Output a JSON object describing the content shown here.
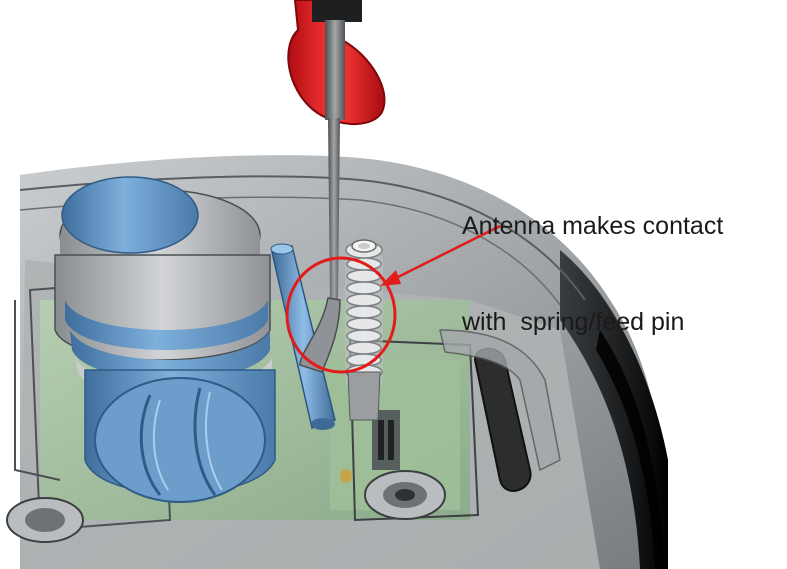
{
  "annotation": {
    "line1": "Antenna makes contact",
    "line2": "with  spring/feed pin"
  },
  "colors": {
    "housing_gray": "#8e9295",
    "blue_part": "#5b8fc0",
    "pcb_green": "#9fc29c",
    "screwdriver_red": "#e0191e",
    "highlight_red": "#e21b1b",
    "spring_silver": "#d8d8d8"
  },
  "icons": [
    "screwdriver",
    "antenna-spring-pin",
    "highlight-circle",
    "pointer-arrow"
  ]
}
